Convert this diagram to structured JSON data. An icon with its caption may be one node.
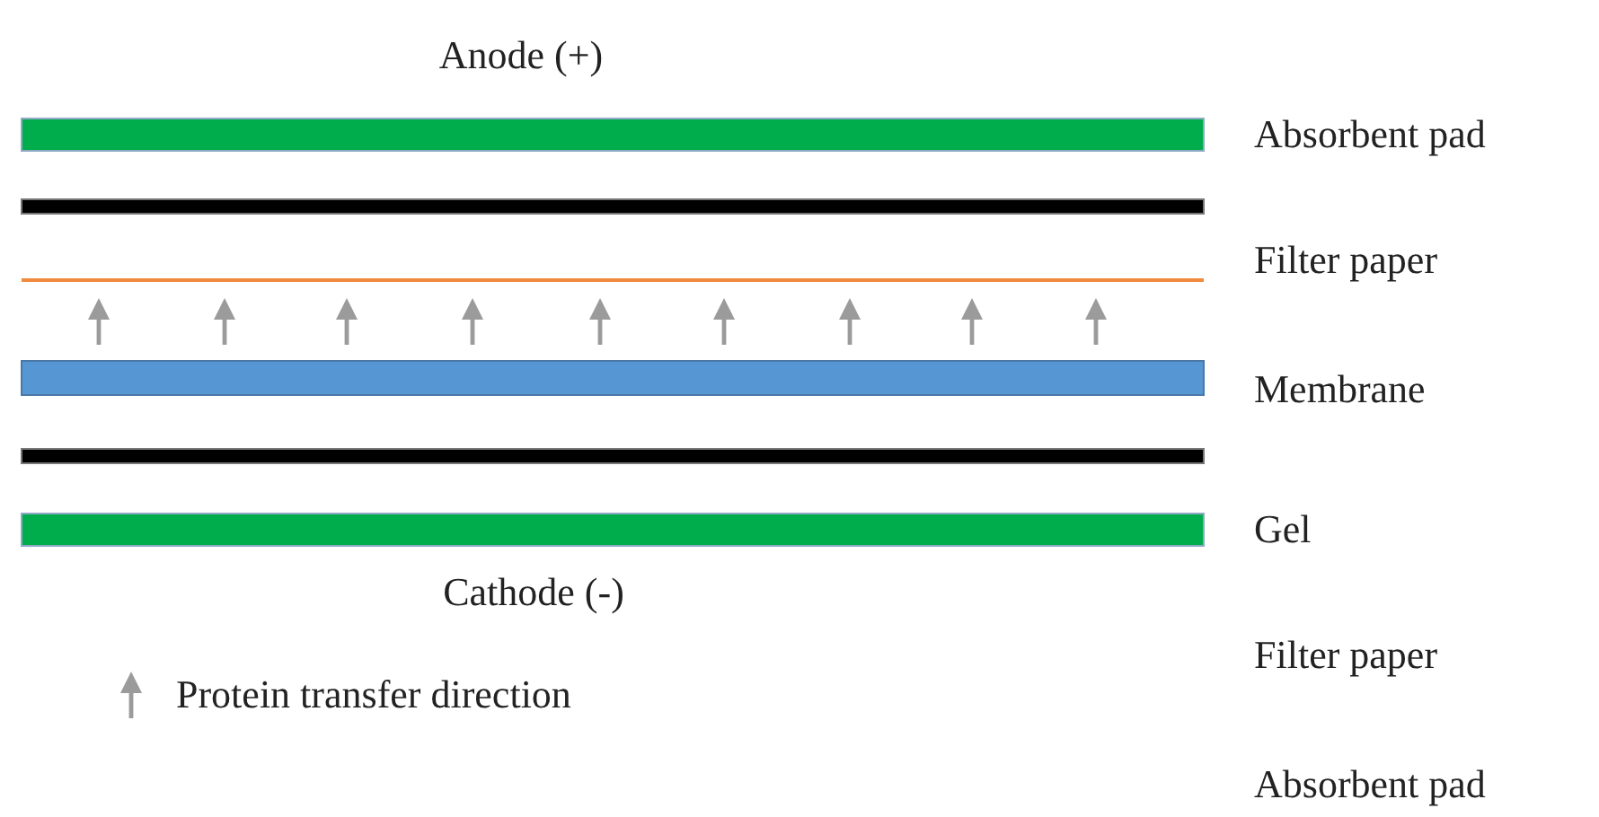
{
  "diagram": {
    "labels": [
      "Anode (+)",
      "Absorbent pad",
      "Filter paper",
      "Membrane",
      "Gel",
      "Cathode (-)",
      "Filter paper",
      "Absorbent pad"
    ],
    "legend": [
      {
        "text": "Protein transfer direction"
      }
    ]
  }
}
